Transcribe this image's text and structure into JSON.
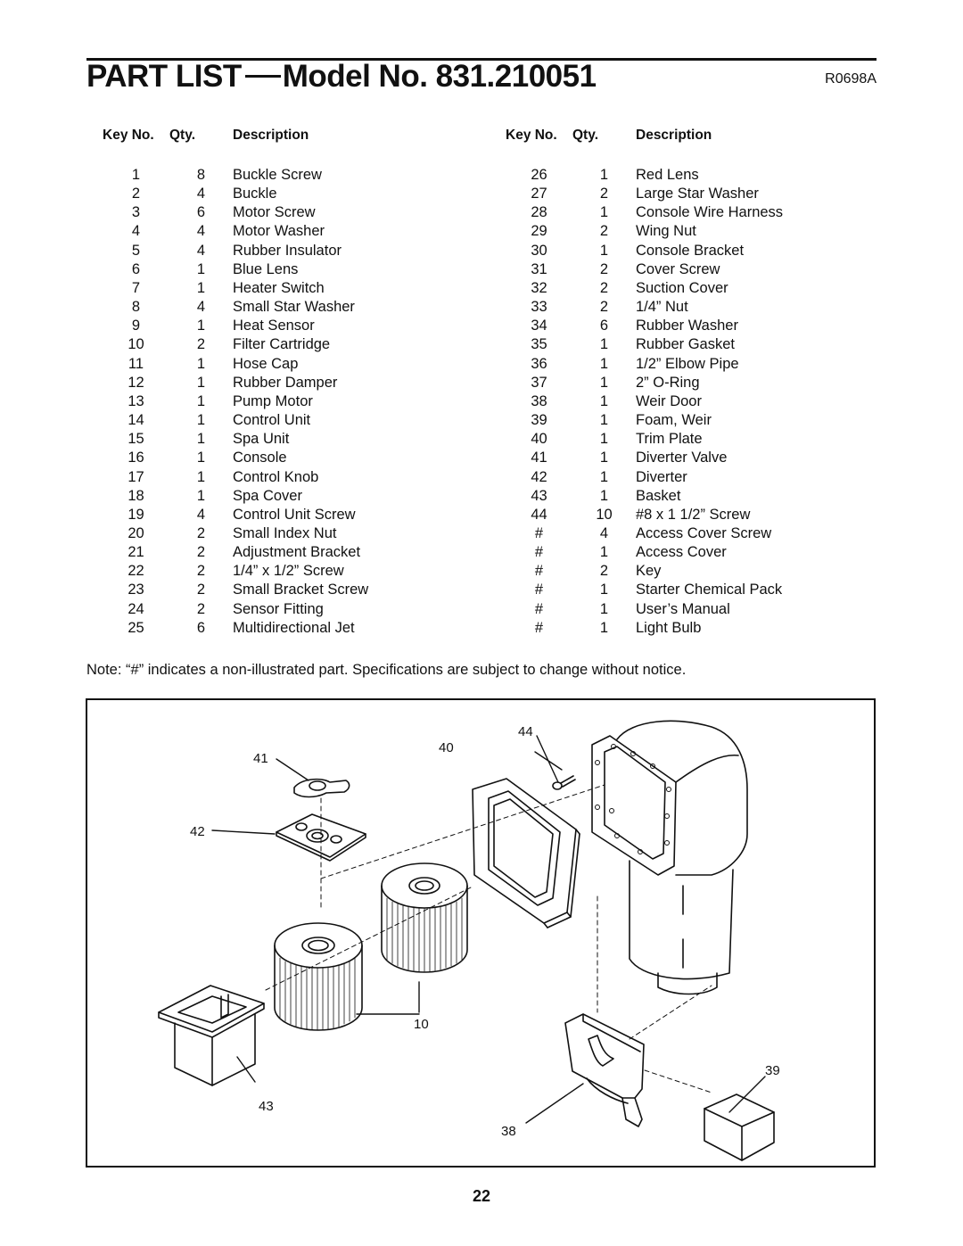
{
  "header": {
    "title_part1": "PART LIST",
    "title_part2": "Model No. 831.210051",
    "ref_code": "R0698A"
  },
  "columns": {
    "key": "Key No.",
    "qty": "Qty.",
    "description": "Description"
  },
  "parts_left": [
    {
      "key": "1",
      "qty": "8",
      "desc": "Buckle Screw"
    },
    {
      "key": "2",
      "qty": "4",
      "desc": "Buckle"
    },
    {
      "key": "3",
      "qty": "6",
      "desc": "Motor Screw"
    },
    {
      "key": "4",
      "qty": "4",
      "desc": "Motor Washer"
    },
    {
      "key": "5",
      "qty": "4",
      "desc": "Rubber Insulator"
    },
    {
      "key": "6",
      "qty": "1",
      "desc": "Blue Lens"
    },
    {
      "key": "7",
      "qty": "1",
      "desc": "Heater Switch"
    },
    {
      "key": "8",
      "qty": "4",
      "desc": "Small Star Washer"
    },
    {
      "key": "9",
      "qty": "1",
      "desc": "Heat Sensor"
    },
    {
      "key": "10",
      "qty": "2",
      "desc": "Filter Cartridge"
    },
    {
      "key": "11",
      "qty": "1",
      "desc": "Hose Cap"
    },
    {
      "key": "12",
      "qty": "1",
      "desc": "Rubber Damper"
    },
    {
      "key": "13",
      "qty": "1",
      "desc": "Pump Motor"
    },
    {
      "key": "14",
      "qty": "1",
      "desc": "Control Unit"
    },
    {
      "key": "15",
      "qty": "1",
      "desc": "Spa Unit"
    },
    {
      "key": "16",
      "qty": "1",
      "desc": "Console"
    },
    {
      "key": "17",
      "qty": "1",
      "desc": "Control Knob"
    },
    {
      "key": "18",
      "qty": "1",
      "desc": "Spa Cover"
    },
    {
      "key": "19",
      "qty": "4",
      "desc": "Control Unit Screw"
    },
    {
      "key": "20",
      "qty": "2",
      "desc": "Small Index Nut"
    },
    {
      "key": "21",
      "qty": "2",
      "desc": "Adjustment Bracket"
    },
    {
      "key": "22",
      "qty": "2",
      "desc": "1/4” x 1/2” Screw"
    },
    {
      "key": "23",
      "qty": "2",
      "desc": "Small Bracket Screw"
    },
    {
      "key": "24",
      "qty": "2",
      "desc": "Sensor Fitting"
    },
    {
      "key": "25",
      "qty": "6",
      "desc": "Multidirectional Jet"
    }
  ],
  "parts_right": [
    {
      "key": "26",
      "qty": "1",
      "desc": "Red Lens"
    },
    {
      "key": "27",
      "qty": "2",
      "desc": "Large Star Washer"
    },
    {
      "key": "28",
      "qty": "1",
      "desc": "Console Wire Harness"
    },
    {
      "key": "29",
      "qty": "2",
      "desc": "Wing Nut"
    },
    {
      "key": "30",
      "qty": "1",
      "desc": "Console Bracket"
    },
    {
      "key": "31",
      "qty": "2",
      "desc": "Cover Screw"
    },
    {
      "key": "32",
      "qty": "2",
      "desc": "Suction Cover"
    },
    {
      "key": "33",
      "qty": "2",
      "desc": "1/4” Nut"
    },
    {
      "key": "34",
      "qty": "6",
      "desc": "Rubber Washer"
    },
    {
      "key": "35",
      "qty": "1",
      "desc": "Rubber Gasket"
    },
    {
      "key": "36",
      "qty": "1",
      "desc": "1/2” Elbow Pipe"
    },
    {
      "key": "37",
      "qty": "1",
      "desc": "2” O-Ring"
    },
    {
      "key": "38",
      "qty": "1",
      "desc": "Weir Door"
    },
    {
      "key": "39",
      "qty": "1",
      "desc": "Foam, Weir"
    },
    {
      "key": "40",
      "qty": "1",
      "desc": "Trim Plate"
    },
    {
      "key": "41",
      "qty": "1",
      "desc": "Diverter Valve"
    },
    {
      "key": "42",
      "qty": "1",
      "desc": "Diverter"
    },
    {
      "key": "43",
      "qty": "1",
      "desc": "Basket"
    },
    {
      "key": "44",
      "qty": "10",
      "desc": "#8 x 1 1/2” Screw"
    },
    {
      "key": "#",
      "qty": "4",
      "desc": "Access Cover Screw"
    },
    {
      "key": "#",
      "qty": "1",
      "desc": "Access Cover"
    },
    {
      "key": "#",
      "qty": "2",
      "desc": "Key"
    },
    {
      "key": "#",
      "qty": "1",
      "desc": "Starter Chemical Pack"
    },
    {
      "key": "#",
      "qty": "1",
      "desc": "User’s Manual"
    },
    {
      "key": "#",
      "qty": "1",
      "desc": "Light Bulb"
    }
  ],
  "note": "Note: “#” indicates a non-illustrated part. Specifications are subject to change without notice.",
  "diagram": {
    "callouts": {
      "c41": "41",
      "c42": "42",
      "c40": "40",
      "c44": "44",
      "c10": "10",
      "c43": "43",
      "c39": "39",
      "c38": "38"
    }
  },
  "page_number": "22"
}
